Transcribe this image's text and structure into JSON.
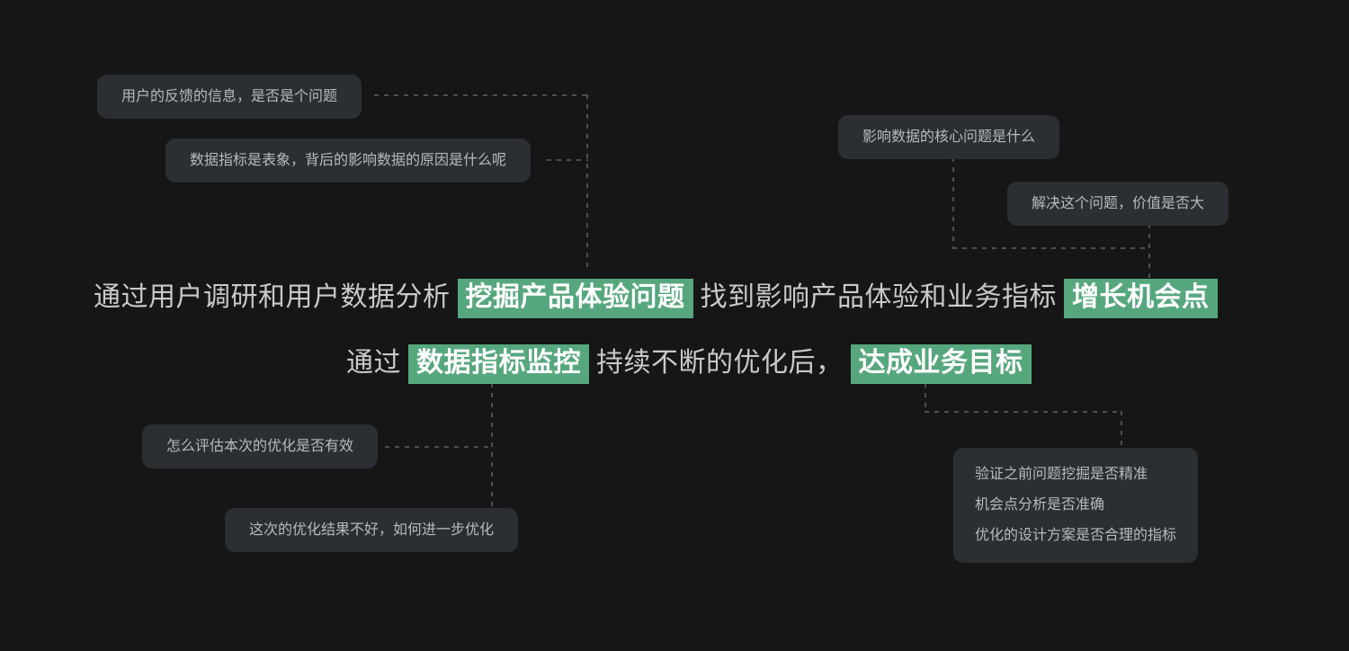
{
  "colors": {
    "page_background": "#161616",
    "bubble_background": "#2b2e32",
    "bubble_text": "#b7bbbc",
    "highlight_background": "#57a77e",
    "highlight_text": "#ffffff",
    "statement_text": "#c7cac9",
    "connector_dash": "#4c5051"
  },
  "bubbles": {
    "top_left_1": "用户的反馈的信息，是否是个问题",
    "top_left_2": "数据指标是表象，背后的影响数据的原因是什么呢",
    "top_right_1": "影响数据的核心问题是什么",
    "top_right_2": "解决这个问题，价值是否大",
    "bottom_left_1": "怎么评估本次的优化是否有效",
    "bottom_left_2": "这次的优化结果不好，如何进一步优化",
    "bottom_right": [
      "验证之前问题挖掘是否精准",
      "机会点分析是否准确",
      "优化的设计方案是否合理的指标"
    ]
  },
  "statement": {
    "line1": [
      {
        "text": "通过用户调研和用户数据分析",
        "highlight": false
      },
      {
        "text": "挖掘产品体验问题",
        "highlight": true
      },
      {
        "text": "找到影响产品体验和业务指标",
        "highlight": false
      },
      {
        "text": "增长机会点",
        "highlight": true
      }
    ],
    "line2": [
      {
        "text": "通过",
        "highlight": false
      },
      {
        "text": "数据指标监控",
        "highlight": true
      },
      {
        "text": "持续不断的优化后，",
        "highlight": false
      },
      {
        "text": "达成业务目标",
        "highlight": true
      }
    ]
  }
}
